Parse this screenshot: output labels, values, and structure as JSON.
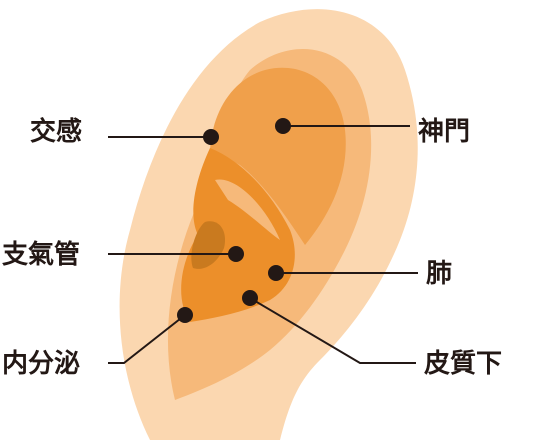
{
  "colors": {
    "ear_outer": "#fbd7b0",
    "ear_mid": "#f6b97a",
    "ear_inner": "#f0a04b",
    "concha": "#ec8f2a",
    "canal": "#c97a1f",
    "dot": "#231815",
    "line": "#231815"
  },
  "labels": {
    "jiaogan": "交感",
    "shenmen": "神門",
    "zhiqiguan": "支氣管",
    "fei": "肺",
    "neifenmi": "内分泌",
    "pizhixia": "皮質下"
  }
}
